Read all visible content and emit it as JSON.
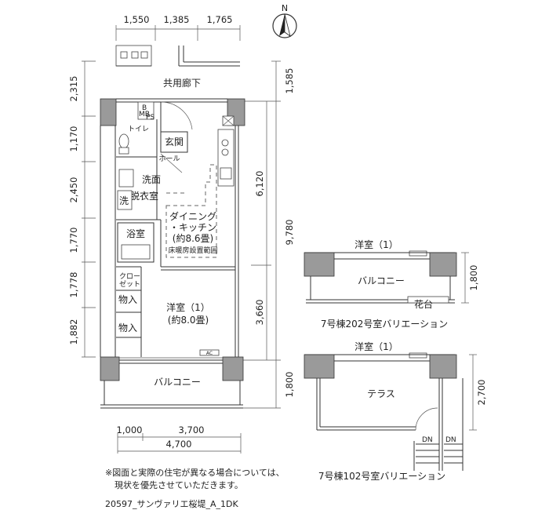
{
  "dimensions": {
    "top": [
      "1,550",
      "1,385",
      "1,765"
    ],
    "left": [
      "2,315",
      "1,170",
      "2,450",
      "1,770",
      "1,778",
      "1,882"
    ],
    "right_outer": [
      "1,585",
      "9,780",
      "1,800"
    ],
    "right_inner": [
      "6,120",
      "3,660"
    ],
    "bottom_row1": [
      "1,000",
      "3,700"
    ],
    "bottom_total": "4,700",
    "var1_height": "1,800",
    "var2_height": "2,700"
  },
  "rooms": {
    "corridor": "共用廊下",
    "mb": "MB",
    "ps": "PS",
    "b": "B",
    "toilet": "トイレ",
    "entrance": "玄関",
    "hall": "ホール",
    "washroom_a": "洗面",
    "washroom_b": "脱衣室",
    "wash": "洗",
    "dining_l1": "ダイニング",
    "dining_l2": "・キッチン",
    "dining_l3": "(約8.6畳)",
    "floor_heating": "床暖房設置範囲",
    "bath": "浴室",
    "closet_l1": "クロー",
    "closet_l2": "ゼット",
    "storage1": "物入",
    "storage2": "物入",
    "western_l1": "洋室（1）",
    "western_l2": "(約8.0畳)",
    "balcony": "バルコニー",
    "ac": "AC"
  },
  "variations": {
    "v1_room": "洋室（1）",
    "v1_balcony": "バルコニー",
    "v1_planter": "花台",
    "v1_caption": "7号棟202号室バリエーション",
    "v2_room": "洋室（1）",
    "v2_terrace": "テラス",
    "v2_dn1": "DN",
    "v2_dn2": "DN",
    "v2_caption": "7号棟102号室バリエーション"
  },
  "compass": {
    "label": "N"
  },
  "notes": {
    "line1": "※図面と実際の住宅が異なる場合については、",
    "line2": "現状を優先させていただきます。",
    "code": "20597_サンヴァリエ桜堤_A_1DK"
  }
}
